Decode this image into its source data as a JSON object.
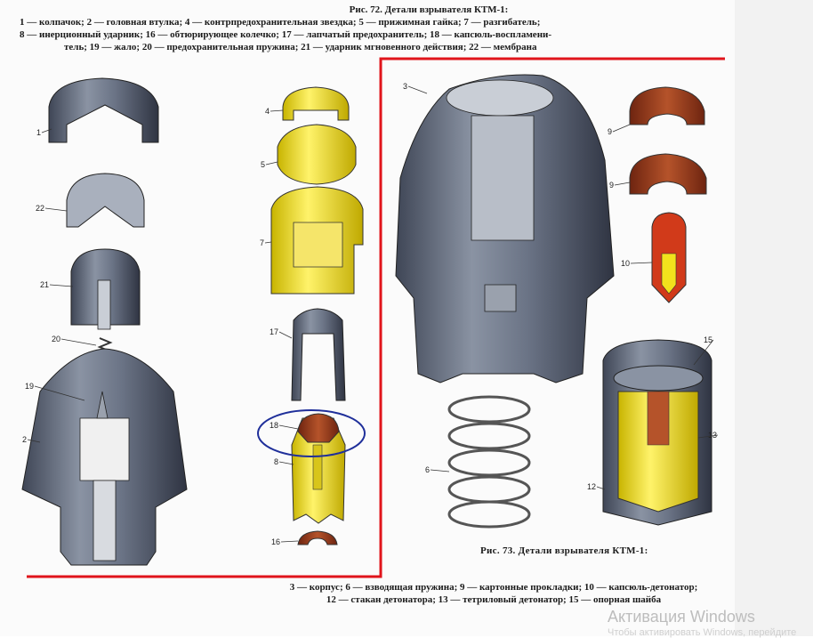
{
  "fig72": {
    "title": "Рис. 72. Детали взрывателя КТМ-1:",
    "legend_line1": "1 — колпачок; 2 — головная втулка; 4 — контрпредохранительная звездка; 5 — прижимная гайка; 7 — разгибатель;",
    "legend_line2": "8 — инерционный ударник; 16 — обтюрирующее колечко; 17 — лапчатый предохранитель; 18 — капсюль-воспламени-",
    "legend_line3": "тель; 19 — жало; 20 — предохранительная пружина; 21 — ударник мгновенного действия; 22 — мембрана",
    "labels": [
      "1",
      "22",
      "21",
      "20",
      "19",
      "2",
      "4",
      "5",
      "7",
      "17",
      "18",
      "8",
      "16"
    ]
  },
  "fig73": {
    "caption": "Рис. 73. Детали взрывателя КТМ-1:",
    "legend_line1": "3 — корпус; 6 — взводящая пружина; 9 — картонные прокладки; 10 — капсюль-детонатор;",
    "legend_line2": "12 — стакан детонатора; 13 — тетриловый детонатор; 15 — опорная шайба",
    "labels": [
      "3",
      "9",
      "9",
      "10",
      "15",
      "13",
      "12",
      "6"
    ]
  },
  "overlay": {
    "watermark_title": "Активация Windows",
    "watermark_sub": "Чтобы активировать Windows, перейдите"
  },
  "colors": {
    "steel": "#5b6577",
    "yellow": "#f2e21c",
    "brown": "#9a3a1a",
    "red_frame": "#e0141b",
    "blue_circle": "#1f2f9a"
  }
}
